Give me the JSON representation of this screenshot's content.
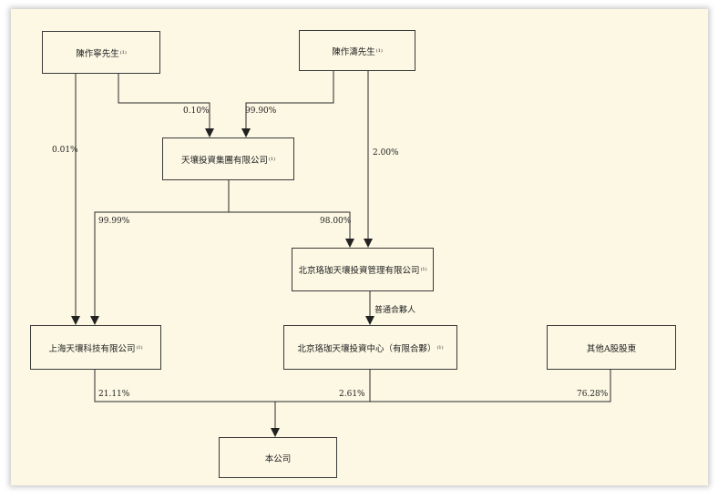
{
  "nodes": {
    "chen_zuoning": {
      "name": "陳作寧先生",
      "note": "(1)"
    },
    "chen_zuotao": {
      "name": "陳作濤先生",
      "note": "(1)"
    },
    "tianrang_group": {
      "name": "天壤投資集團有限公司",
      "note": "(1)"
    },
    "luojia_mgmt": {
      "name": "北京珞珈天壤投資管理有限公司",
      "note": "(1)"
    },
    "shanghai_tianrang": {
      "name": "上海天壤科技有限公司",
      "note": "(1)"
    },
    "luojia_center": {
      "name": "北京珞珈天壤投資中心（有限合夥）",
      "note": "(1)"
    },
    "other_a_shareholders": {
      "name": "其他A股股東",
      "note": ""
    },
    "company": {
      "name": "本公司",
      "note": ""
    }
  },
  "edges": {
    "zuoning_to_shanghai": "0.01%",
    "zuoning_to_group": "0.10%",
    "zuotao_to_group": "99.90%",
    "zuotao_to_mgmt": "2.00%",
    "group_to_shanghai": "99.99%",
    "group_to_mgmt": "98.00%",
    "mgmt_to_center": "普通合夥人",
    "shanghai_to_company": "21.11%",
    "center_to_company": "2.61%",
    "others_to_company": "76.28%"
  }
}
